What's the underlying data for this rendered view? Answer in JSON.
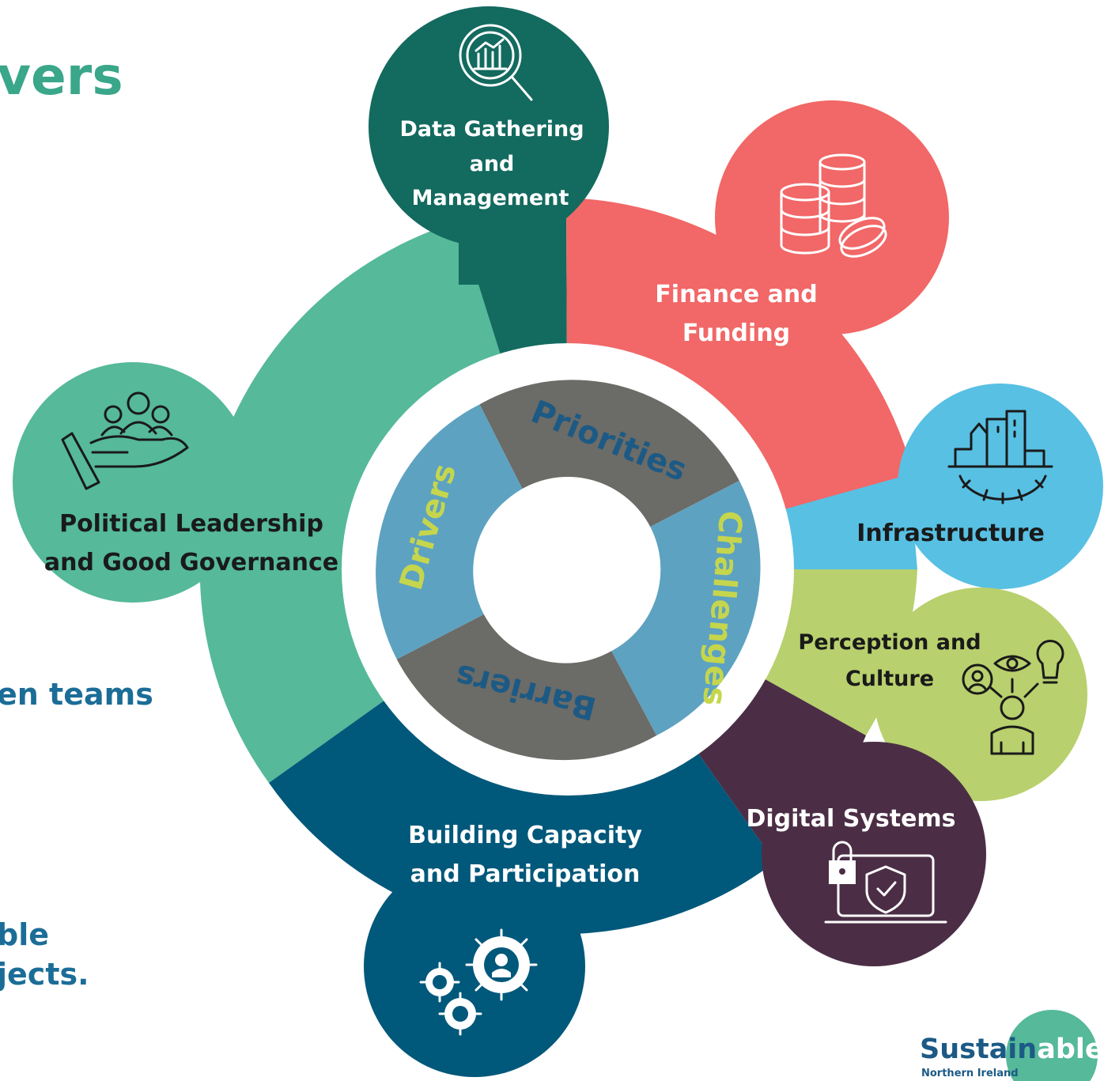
{
  "slide": {
    "heading_fragment": "vers",
    "body_fragments": [
      "en teams",
      "ble",
      "jects."
    ]
  },
  "colors": {
    "heading": "#3aa68a",
    "body_text": "#1b6d97",
    "data_gathering": "#136a5f",
    "finance": "#f26767",
    "infrastructure": "#58c0e3",
    "perception": "#b8d06d",
    "digital": "#4b2e45",
    "capacity": "#00587a",
    "political": "#55b99a",
    "ring_blue": "#5ea2c1",
    "ring_grey": "#6b6b67",
    "label_lime": "#c5d64c",
    "label_navy": "#1c5a85"
  },
  "diagram": {
    "nodes": [
      {
        "id": "data_gathering",
        "label_lines": [
          "Data Gathering",
          "and",
          "Management"
        ],
        "icon": "magnifier-chart-icon"
      },
      {
        "id": "finance",
        "label_lines": [
          "Finance and",
          "Funding"
        ],
        "icon": "coin-stack-icon"
      },
      {
        "id": "infrastructure",
        "label_lines": [
          "Infrastructure"
        ],
        "icon": "city-gear-icon"
      },
      {
        "id": "perception",
        "label_lines": [
          "Perception and",
          "Culture"
        ],
        "icon": "people-idea-icon"
      },
      {
        "id": "digital",
        "label_lines": [
          "Digital Systems"
        ],
        "icon": "laptop-shield-icon"
      },
      {
        "id": "capacity",
        "label_lines": [
          "Building Capacity",
          "and Participation"
        ],
        "icon": "gears-people-icon"
      },
      {
        "id": "political",
        "label_lines": [
          "Political Leadership",
          "and Good Governance"
        ],
        "icon": "hand-people-icon"
      }
    ],
    "ring": [
      {
        "id": "priorities",
        "label": "Priorities"
      },
      {
        "id": "challenges",
        "label": "Challenges"
      },
      {
        "id": "barriers",
        "label": "Barriers"
      },
      {
        "id": "drivers",
        "label": "Drivers"
      }
    ]
  },
  "logo": {
    "main_start": "Sustain",
    "main_end": "able",
    "sub": "Northern Ireland"
  }
}
